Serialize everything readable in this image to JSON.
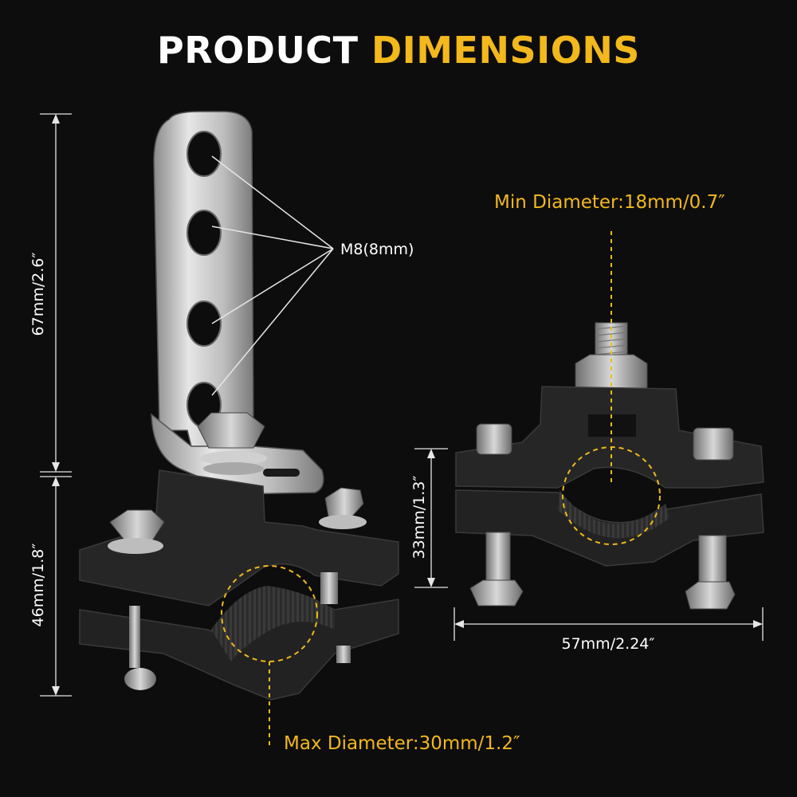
{
  "title": {
    "part1": "PRODUCT",
    "part2": "DIMENSIONS"
  },
  "labels": {
    "hole_size": "M8(8mm)",
    "bracket_height": "67mm/2.6″",
    "clamp_height_left": "46mm/1.8″",
    "clamp_height_right": "33mm/1.3″",
    "clamp_width": "57mm/2.24″",
    "min_diameter": "Min Diameter:18mm/0.7″",
    "max_diameter": "Max Diameter:30mm/1.2″"
  },
  "colors": {
    "background": "#0d0d0d",
    "accent": "#f2b81c",
    "text": "#ffffff",
    "steel": "#c9c9c9",
    "clamp": "#262626"
  }
}
